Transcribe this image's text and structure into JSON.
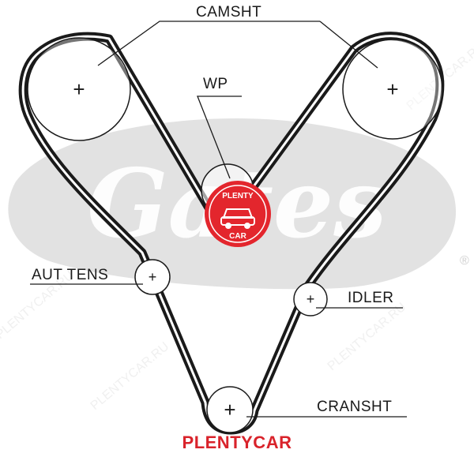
{
  "labels": {
    "camshaft": "CAMSHT",
    "water_pump": "WP",
    "auto_tensioner": "AUT TENS",
    "idler": "IDLER",
    "crankshaft": "CRANSHT"
  },
  "pulley_symbol": "+",
  "watermark": {
    "brand_logo_text": "Gates",
    "registered_mark": "®",
    "badge_text_top": "PLENTY",
    "badge_text_bottom": "CAR",
    "badge_color": "#e3262d",
    "repeated_text": "PLENTYCAR.RU"
  },
  "footer": {
    "text": "PLENTYCAR",
    "color": "#d9232b"
  },
  "colors": {
    "belt": "#1a1a1a",
    "logo_gray": "#e2e2e2"
  }
}
